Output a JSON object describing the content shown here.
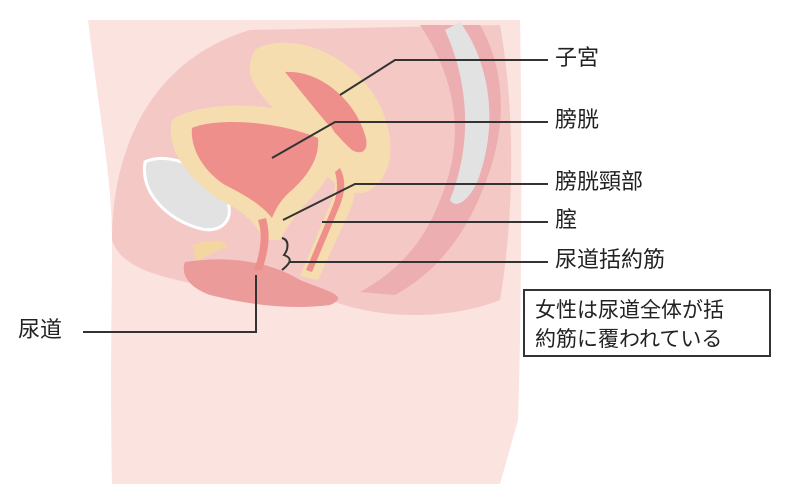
{
  "labels": {
    "uterus": "子宮",
    "bladder": "膀胱",
    "bladder_neck": "膀胱頸部",
    "vagina": "腟",
    "urethral_sphincter": "尿道括約筋",
    "urethra": "尿道"
  },
  "note": {
    "line1": "女性は尿道全体が括",
    "line2": "約筋に覆われている"
  },
  "colors": {
    "skin": "#fbe3e0",
    "tissue": "#f4c9c5",
    "bladder_wall": "#f5ddb0",
    "bladder_lumen": "#ee8f8c",
    "bone": "#e2e2e2",
    "leader": "#333333"
  }
}
